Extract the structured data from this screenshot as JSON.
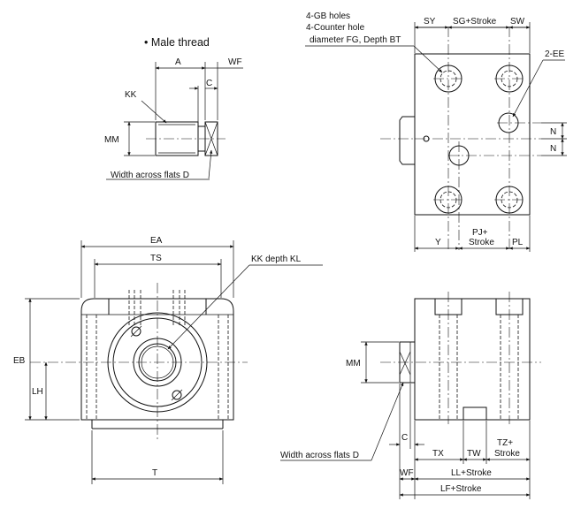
{
  "male_thread": {
    "title": "• Male thread",
    "labels": {
      "A": "A",
      "WF": "WF",
      "C": "C",
      "KK": "KK",
      "MM": "MM",
      "width_flats": "Width across flats D"
    }
  },
  "top_view": {
    "notes": {
      "gb_holes": "4-GB holes",
      "counter_hole": "4-Counter hole",
      "counter_spec": "diameter FG, Depth BT"
    },
    "labels": {
      "SY": "SY",
      "SG": "SG+Stroke",
      "SW": "SW",
      "EE": "2-EE",
      "N1": "N",
      "N2": "N",
      "Y": "Y",
      "PJ": "PJ+",
      "PJ2": "Stroke",
      "PL": "PL"
    }
  },
  "end_view": {
    "labels": {
      "EA": "EA",
      "TS": "TS",
      "KK_KL": "KK depth KL",
      "EB": "EB",
      "LH": "LH",
      "T": "T"
    }
  },
  "side_view": {
    "labels": {
      "MM": "MM",
      "C": "C",
      "width_flats": "Width across flats D",
      "TX": "TX",
      "TW": "TW",
      "TZ": "TZ+",
      "TZ2": "Stroke",
      "WF": "WF",
      "LL": "LL+Stroke",
      "LF": "LF+Stroke"
    }
  }
}
